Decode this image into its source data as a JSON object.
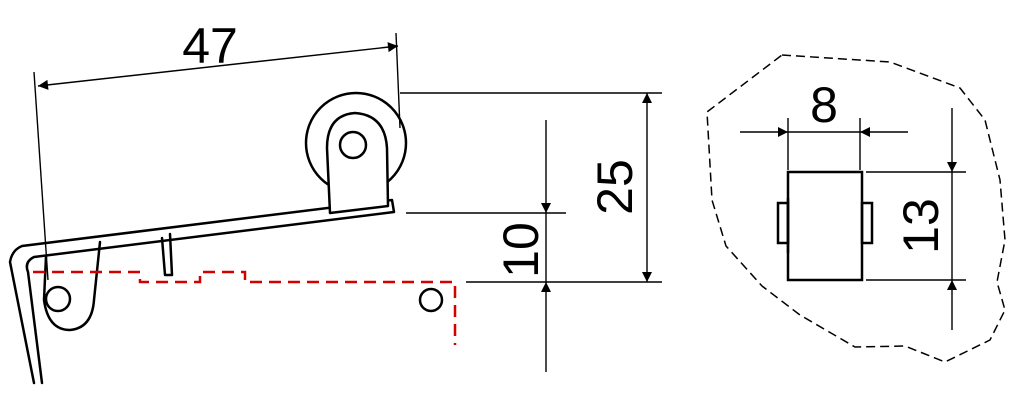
{
  "dimensions": {
    "lever_length": "47",
    "roller_height": "25",
    "pivot_height": "10",
    "roller_width": "8",
    "roller_diameter": "13"
  },
  "colors": {
    "line": "#000000",
    "housing_outline": "#d40000",
    "background": "#ffffff"
  }
}
